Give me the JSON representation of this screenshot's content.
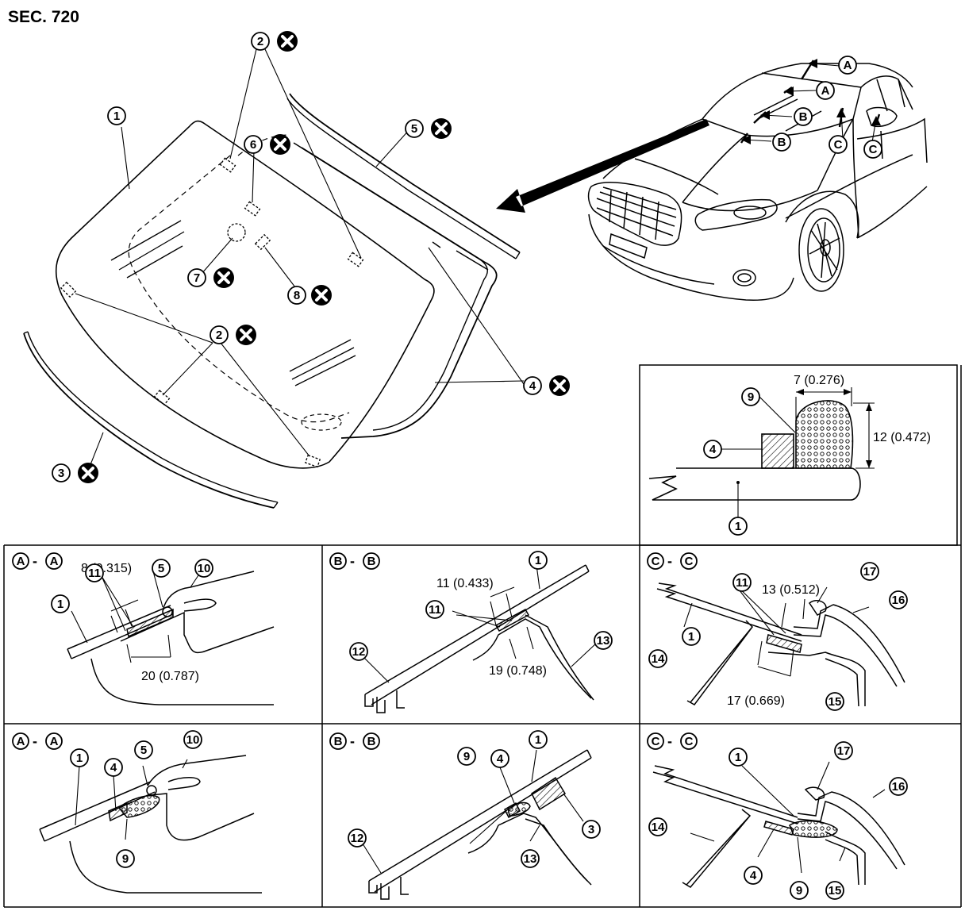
{
  "section_label": "SEC. 720",
  "callouts": {
    "main": [
      {
        "id": "c1",
        "num": "1",
        "replace": false
      },
      {
        "id": "c2a",
        "num": "2",
        "replace": true
      },
      {
        "id": "c2b",
        "num": "2",
        "replace": true
      },
      {
        "id": "c3",
        "num": "3",
        "replace": true
      },
      {
        "id": "c4",
        "num": "4",
        "replace": true
      },
      {
        "id": "c5",
        "num": "5",
        "replace": true
      },
      {
        "id": "c6",
        "num": "6",
        "replace": true
      },
      {
        "id": "c7",
        "num": "7",
        "replace": true
      },
      {
        "id": "c8",
        "num": "8",
        "replace": true
      }
    ],
    "car_letters": [
      "A",
      "A",
      "B",
      "B",
      "C",
      "C"
    ]
  },
  "detail_box": {
    "callouts": [
      "9",
      "4",
      "1"
    ],
    "dim_width": "7 (0.276)",
    "dim_height": "12 (0.472)"
  },
  "sections": [
    {
      "id": "aa1",
      "title_letters": [
        "A",
        "A"
      ],
      "dims": [
        "8 (0.315)",
        "20 (0.787)"
      ],
      "callouts": [
        "1",
        "11",
        "5",
        "10"
      ]
    },
    {
      "id": "bb1",
      "title_letters": [
        "B",
        "B"
      ],
      "dims": [
        "11 (0.433)",
        "19 (0.748)"
      ],
      "callouts": [
        "1",
        "11",
        "12",
        "13"
      ]
    },
    {
      "id": "cc1",
      "title_letters": [
        "C",
        "C"
      ],
      "dims": [
        "13 (0.512)",
        "17 (0.669)"
      ],
      "callouts": [
        "1",
        "11",
        "14",
        "15",
        "16",
        "17"
      ]
    },
    {
      "id": "aa2",
      "title_letters": [
        "A",
        "A"
      ],
      "dims": [],
      "callouts": [
        "1",
        "4",
        "5",
        "9",
        "10"
      ]
    },
    {
      "id": "bb2",
      "title_letters": [
        "B",
        "B"
      ],
      "dims": [],
      "callouts": [
        "1",
        "3",
        "4",
        "9",
        "12",
        "13"
      ]
    },
    {
      "id": "cc2",
      "title_letters": [
        "C",
        "C"
      ],
      "dims": [],
      "callouts": [
        "1",
        "4",
        "9",
        "14",
        "15",
        "16",
        "17"
      ]
    }
  ]
}
